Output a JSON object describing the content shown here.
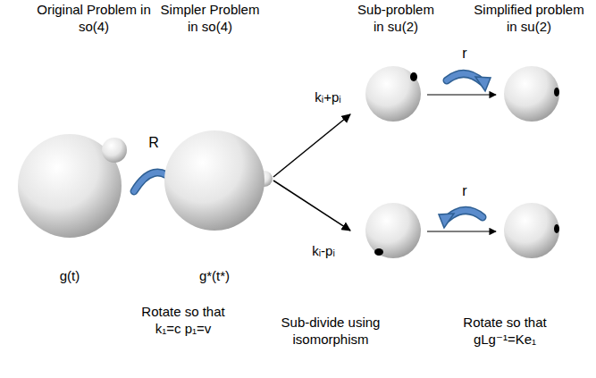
{
  "diagram": {
    "labels": [
      "Original Problem in so(4)",
      "Simpler Problem in so(4)",
      "Sub-problem in su(2)",
      "Simplified problem in su(2)",
      "R",
      "kᵢ+pᵢ",
      "r",
      "kᵢ-pᵢ",
      "r",
      "g(t)",
      "g*(t*)",
      "Rotate so that k₁=c p₁=v",
      "Sub-divide using isomorphism",
      "Rotate so that gLg⁻¹=Ke₁"
    ]
  }
}
